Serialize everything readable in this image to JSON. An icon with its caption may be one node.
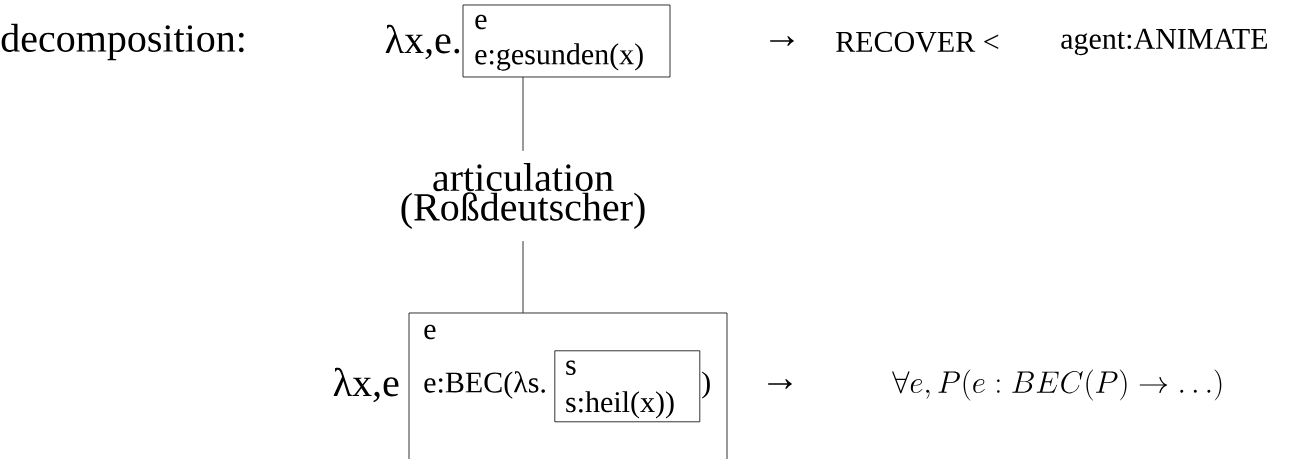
{
  "diagram": {
    "nodes": [
      {
        "text": [
          "e",
          "e:gesunden(x)"
        ]
      },
      {
        "text": [
          "articulation (Roßdeutscher)"
        ]
      },
      {
        "text": [
          "e",
          "e:BEC(λs.",
          ")"
        ]
      },
      {
        "text": [
          "s",
          "s:heil(x))"
        ],
        "in": 2
      }
    ],
    "edges": [
      {
        "from": 0,
        "to": 1,
        "arrow": "none"
      },
      {
        "from": 1,
        "to": 2,
        "arrow": "none"
      }
    ],
    "labels": [
      "decomposition:",
      "λx,e.",
      "→",
      "RECOVER <",
      "agent:ANIMATE",
      "λx,e",
      "→",
      "\\forall e, P(e : BEC(P) \\to \\ldots)"
    ]
  }
}
